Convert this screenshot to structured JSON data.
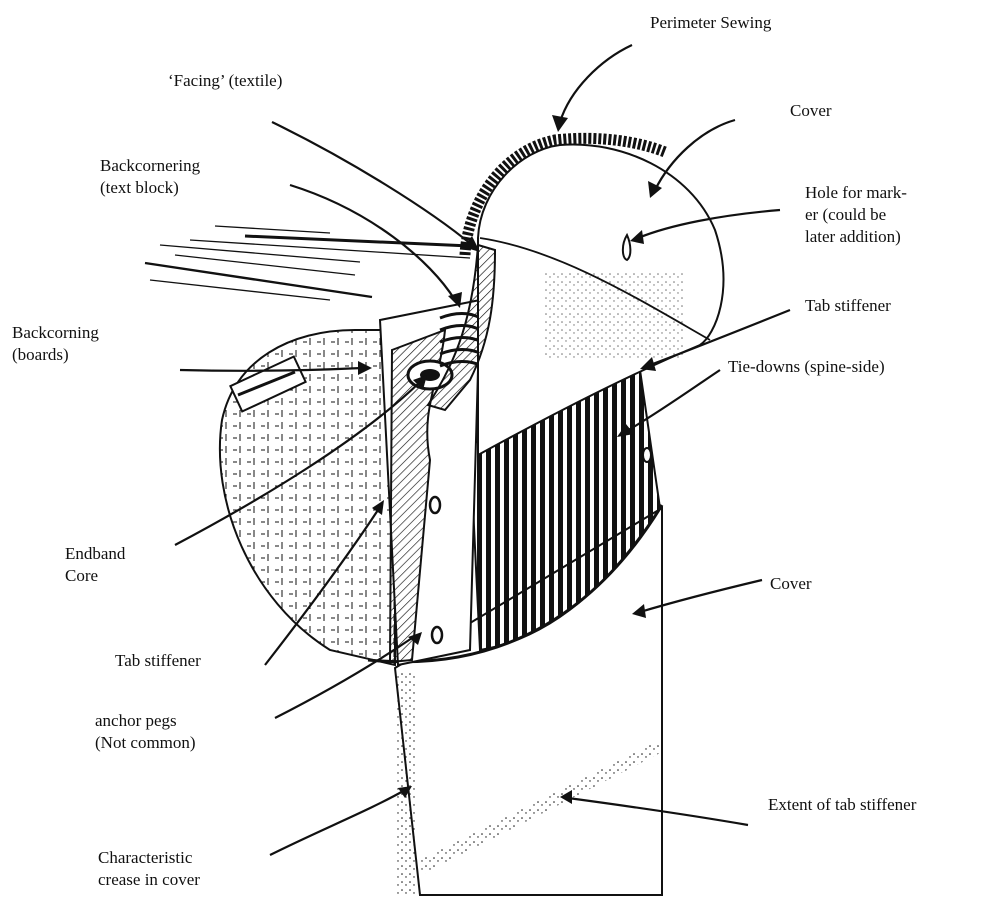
{
  "labels": {
    "perimeter_sewing": "Perimeter Sewing",
    "facing": "‘Facing’ (textile)",
    "cover_top": "Cover",
    "backcornering_text": [
      "Backcornering",
      "(text block)"
    ],
    "hole_for_marker": [
      "Hole for mark-",
      "er (could be",
      "later addition)"
    ],
    "tab_stiffener_right": "Tab stiffener",
    "backcorning_boards": [
      "Backcorning",
      "(boards)"
    ],
    "tie_downs": "Tie-downs (spine-side)",
    "endband_core": [
      "Endband",
      "Core"
    ],
    "cover_mid": "Cover",
    "tab_stiffener_left": "Tab stiffener",
    "anchor_pegs": [
      "anchor pegs",
      "(Not common)"
    ],
    "extent_of_tab_stiffener": "Extent of tab stiffener",
    "characteristic_crease": [
      "Characteristic",
      "crease in cover"
    ]
  },
  "colors": {
    "ink": "#111111",
    "paper": "#ffffff"
  }
}
